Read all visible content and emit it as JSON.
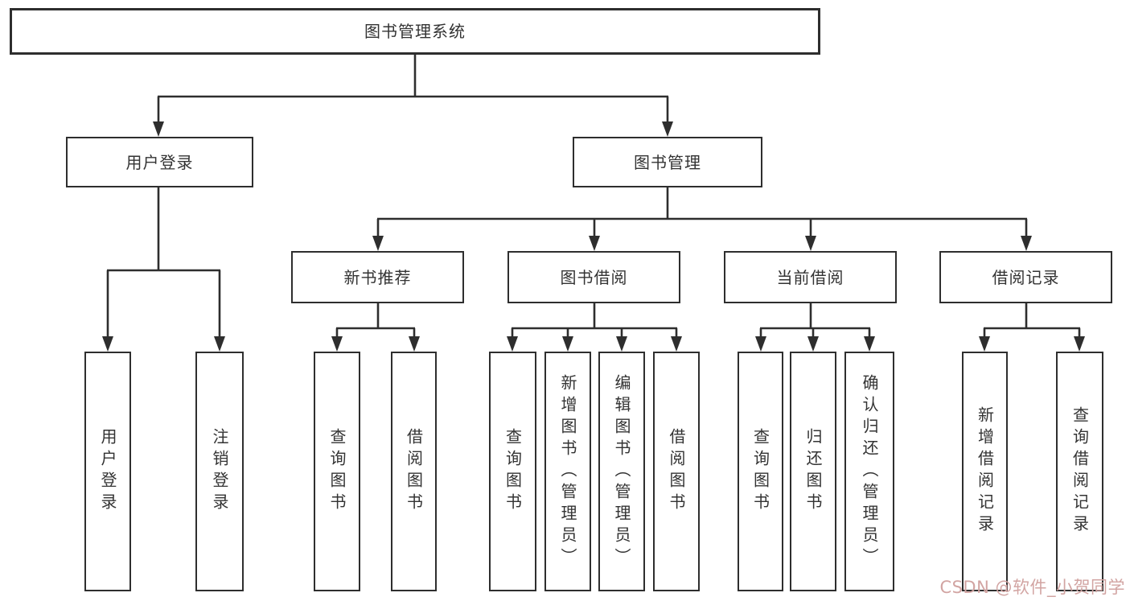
{
  "colors": {
    "line": "#2E2E2E",
    "box_border": "#2E2E2E",
    "text": "#333333",
    "background": "#FFFFFF",
    "watermark": "#D2A4A2"
  },
  "tree": {
    "root": {
      "label": "图书管理系统"
    },
    "branches": [
      {
        "label": "用户登录",
        "children": [
          {
            "label": "用户登录"
          },
          {
            "label": "注销登录"
          }
        ]
      },
      {
        "label": "图书管理",
        "children": [
          {
            "label": "新书推荐",
            "children": [
              {
                "label": "查询图书"
              },
              {
                "label": "借阅图书"
              }
            ]
          },
          {
            "label": "图书借阅",
            "children": [
              {
                "label": "查询图书"
              },
              {
                "label": "新增图书（管理员）"
              },
              {
                "label": "编辑图书（管理员）"
              },
              {
                "label": "借阅图书"
              }
            ]
          },
          {
            "label": "当前借阅",
            "children": [
              {
                "label": "查询图书"
              },
              {
                "label": "归还图书"
              },
              {
                "label": "确认归还（管理员）"
              }
            ]
          },
          {
            "label": "借阅记录",
            "children": [
              {
                "label": "新增借阅记录"
              },
              {
                "label": "查询借阅记录"
              }
            ]
          }
        ]
      }
    ]
  },
  "watermark": {
    "text": "CSDN @软件_小贺同学"
  }
}
